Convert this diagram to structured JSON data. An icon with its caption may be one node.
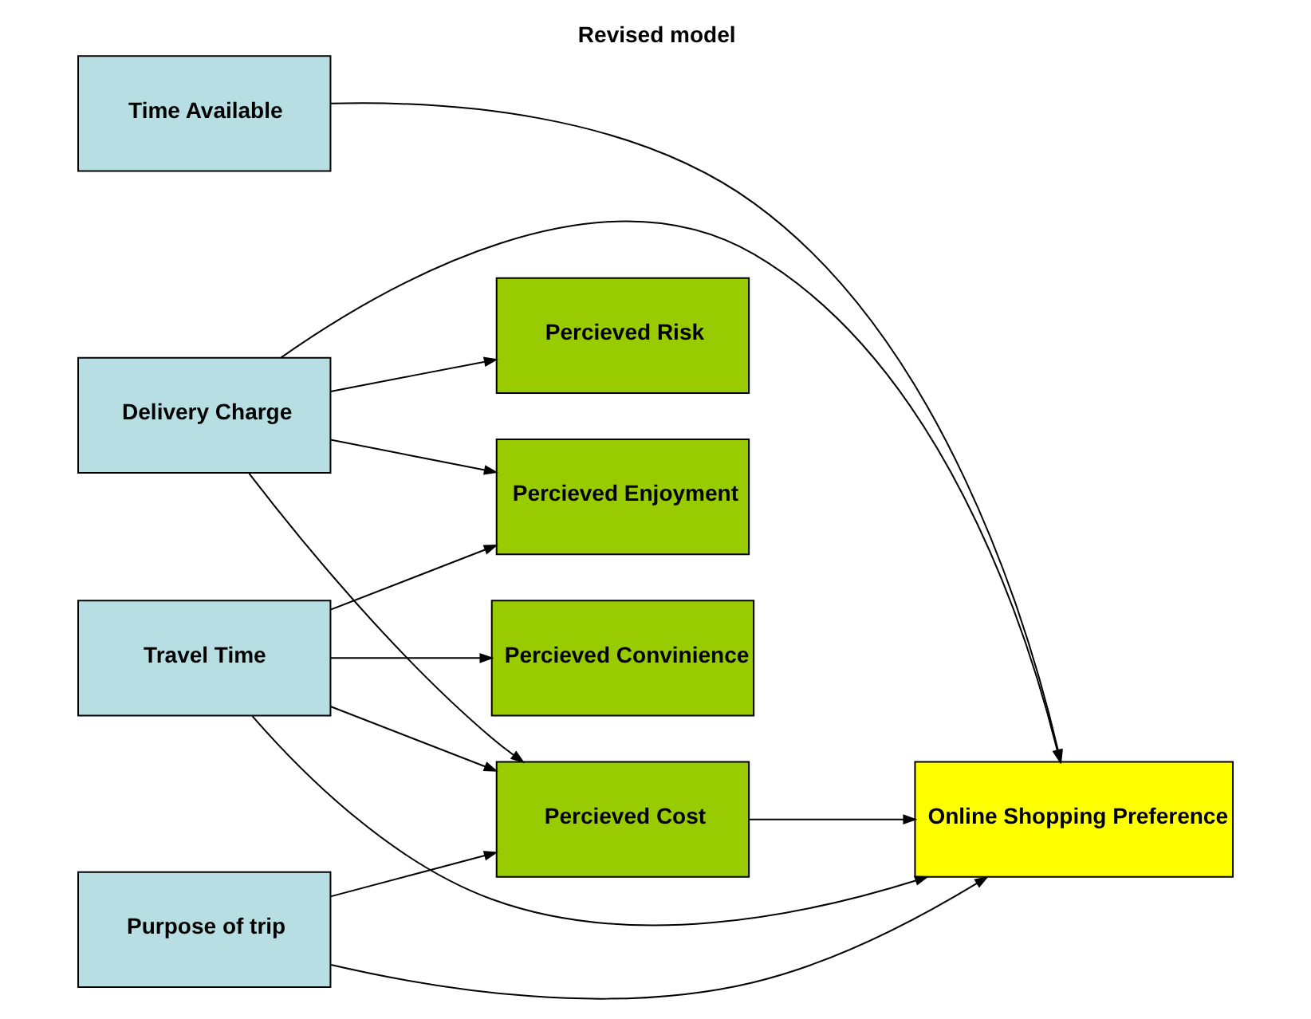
{
  "diagram": {
    "title": "Revised model",
    "nodes": [
      {
        "text": [
          "Purpose of trip"
        ]
      },
      {
        "text": [
          "Time Available"
        ]
      },
      {
        "text": [
          "Delivery Charge"
        ]
      },
      {
        "text": [
          "Travel Time"
        ]
      },
      {
        "text": [
          "Percieved Cost"
        ]
      },
      {
        "text": [
          "Percieved Convinience"
        ]
      },
      {
        "text": [
          "Percieved Enjoyment"
        ]
      },
      {
        "text": [
          "Percieved Risk"
        ]
      },
      {
        "text": [
          "Online Shopping Preference"
        ]
      }
    ],
    "edges": [
      {
        "from": 0,
        "to": 4,
        "arrow": "to"
      },
      {
        "from": 2,
        "to": 4,
        "arrow": "to"
      },
      {
        "from": 3,
        "to": 4,
        "arrow": "to"
      },
      {
        "from": 2,
        "to": 6,
        "arrow": "to"
      },
      {
        "from": 2,
        "to": 7,
        "arrow": "to"
      },
      {
        "from": 3,
        "to": 5,
        "arrow": "to"
      },
      {
        "from": 3,
        "to": 6,
        "arrow": "to"
      },
      {
        "from": 4,
        "to": 8,
        "arrow": "to"
      },
      {
        "from": 0,
        "to": 8,
        "arrow": "to"
      },
      {
        "from": 1,
        "to": 8,
        "arrow": "to"
      },
      {
        "from": 2,
        "to": 8,
        "arrow": "to"
      },
      {
        "from": 3,
        "to": 8,
        "arrow": "to"
      }
    ]
  }
}
